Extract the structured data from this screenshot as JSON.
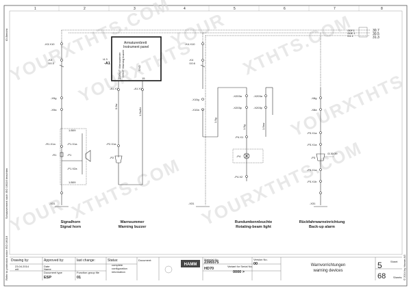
{
  "sheet": {
    "side_left_top": "ID-Bericht:",
    "side_left_mid": "Schutzvermerk nach ISO 16016 beachten",
    "side_left_bot": "Refer to protection notice ISO 16016",
    "side_right_bot": "© 2014 by Hamm AG",
    "col_numbers": [
      "1",
      "2",
      "3",
      "4",
      "5",
      "6",
      "7",
      "8"
    ],
    "watermark": [
      "YOURXTHTS.COM",
      "YOURXTHTS",
      "YOUR",
      "XTHTS.COM",
      "YOURXTHTS",
      "YOUR",
      "XTHTS.COM",
      "YOURXTHTS.COM"
    ]
  },
  "bus": {
    "labels": [
      "30.7",
      "30.5",
      "31.3"
    ],
    "tags": [
      "/30F.1",
      "/30E.1",
      "/31.1"
    ]
  },
  "components": {
    "k3": {
      "connector": "-K3.X10",
      "relay": "-K3",
      "ref": "/10.3"
    },
    "x9": [
      "-X9g",
      "-X9a"
    ],
    "horn": {
      "r1": "-R1.X1a",
      "p1": "-P1.X1a",
      "r1b": "-R1",
      "p1b": "-P1",
      "p1x2": "-P1.X2a",
      "num_top": "1.B09",
      "num_bot": "1.B09",
      "gnd": "-X31"
    },
    "panel": {
      "title_de": "Armaturenbrett",
      "title_en": "Instrument panel",
      "id": "-A1",
      "ref": "/4.3",
      "pins": [
        "DOUT Warnsummer",
        "DOUT Warning buzzer"
      ],
      "pin_numbers": [
        "24",
        "15"
      ],
      "side": "GND"
    },
    "buzzer": {
      "x1a": "-A1.X1",
      "x1b": "-A1.X1",
      "p2": "-P2.X1a",
      "p2b": "-P2",
      "wires": [
        "0.9w",
        "1.5w/br"
      ],
      "wire2": "2.5br"
    },
    "k4": {
      "connector": "-K4.X10",
      "relay": "-K4",
      "ref": "/10.6"
    },
    "x10": [
      "-X10g",
      "-X10a"
    ],
    "beacon": {
      "x203a": "-X203a",
      "x203b": "-X203p",
      "x203c": "-X203a",
      "x203d": "-X203p",
      "p4": "-P4.X1",
      "p4b": "-P4",
      "p4c": "-P4.X2",
      "wires": [
        "1.5g",
        "1.5g",
        "1.5sw"
      ]
    },
    "reverse": {
      "x8": [
        "-X8g",
        "-X8a"
      ],
      "p3": "-P3.X1a",
      "p3b": "-P3.X1a",
      "p3c": "-P3",
      "p3d": "-P3.X1a",
      "p3e": "-P3.X1b",
      "ref": "/3.30:39",
      "gnd": "-X31"
    }
  },
  "captions": [
    {
      "de": "Signalhorn",
      "en": "Signal horn"
    },
    {
      "de": "Warnsummer",
      "en": "Warning buzzer"
    },
    {
      "de": "Rundumkennleuchte",
      "en": "Rotating-beam light"
    },
    {
      "de": "Rückfahrwarneinrichtung",
      "en": "Back-up alarm"
    }
  ],
  "title_block": {
    "drawing_by": "Drawing by:",
    "approved_by": "Approved by:",
    "last_change": "last change:",
    "status": "Status:",
    "date1": "23.04.2014",
    "name1": "wit",
    "date2": "Date",
    "name2": "Name",
    "doc_type": "Document type",
    "doc_val": "ESP",
    "func_group": "Function group file",
    "func_val": "01",
    "status_items": [
      "complete",
      "configuration",
      "information"
    ],
    "doc_label": "Document:",
    "material_no": "Material No.",
    "material_val": "2395575",
    "model": "HD70",
    "variant_label": "Variant for Serial No.",
    "variant_val": "0000 >",
    "version_label": "Version No.",
    "version_val": "00",
    "sheet_title_de": "Warnvorrichtungen",
    "sheet_title_en": "warning devices",
    "sheet_no": "5",
    "sheet_label": "Sheet",
    "total_sheets": "68",
    "total_label": "Sheets",
    "logo": "HAMM"
  }
}
